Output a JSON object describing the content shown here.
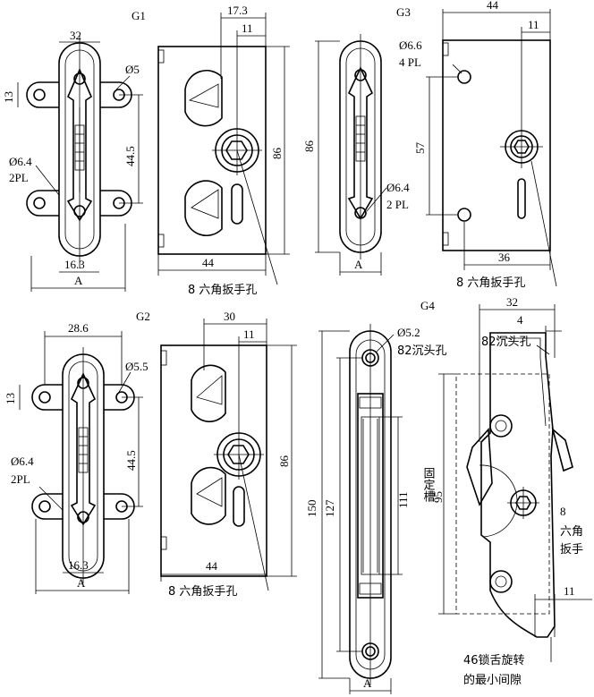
{
  "labels": {
    "g1": "G1",
    "g2": "G2",
    "g3": "G3",
    "g4": "G4"
  },
  "g1": {
    "width": "32",
    "hole": "Ø5",
    "pitch": "13",
    "span": "44.5",
    "hole2_a": "Ø6.4",
    "hole2_b": "2PL",
    "inner": "16.3",
    "a": "A",
    "top_a": "17.3",
    "top_b": "11",
    "height": "86",
    "bottom": "44",
    "note": "8 六角扳手孔"
  },
  "g2": {
    "width": "28.6",
    "hole": "Ø5.5",
    "pitch": "13",
    "span": "44.5",
    "hole2_a": "Ø6.4",
    "hole2_b": "2PL",
    "inner": "16.3",
    "a": "A",
    "top_a": "30",
    "top_b": "11",
    "height": "86",
    "bottom": "44",
    "note": "8 六角扳手孔"
  },
  "g3": {
    "height": "86",
    "hole_a": "Ø6.4",
    "hole_b": "2 PL",
    "a": "A",
    "top_a": "44",
    "top_b": "11",
    "hole3_a": "Ø6.6",
    "hole3_b": "4 PL",
    "span": "57",
    "bottom": "36",
    "note": "8 六角扳手孔"
  },
  "g4": {
    "hole_a": "Ø5.2",
    "hole_b": "82沉头孔",
    "len": "150",
    "span": "127",
    "len2": "111",
    "a": "A",
    "top_a": "32",
    "top_b": "4",
    "csk": "82沉头孔",
    "slot": "固定槽",
    "h95": "95",
    "hex_a": "8",
    "hex_b": "六角",
    "hex_c": "扳手",
    "d11": "11",
    "gap_a": "46锁舌旋转",
    "gap_b": "的最小间隙"
  }
}
